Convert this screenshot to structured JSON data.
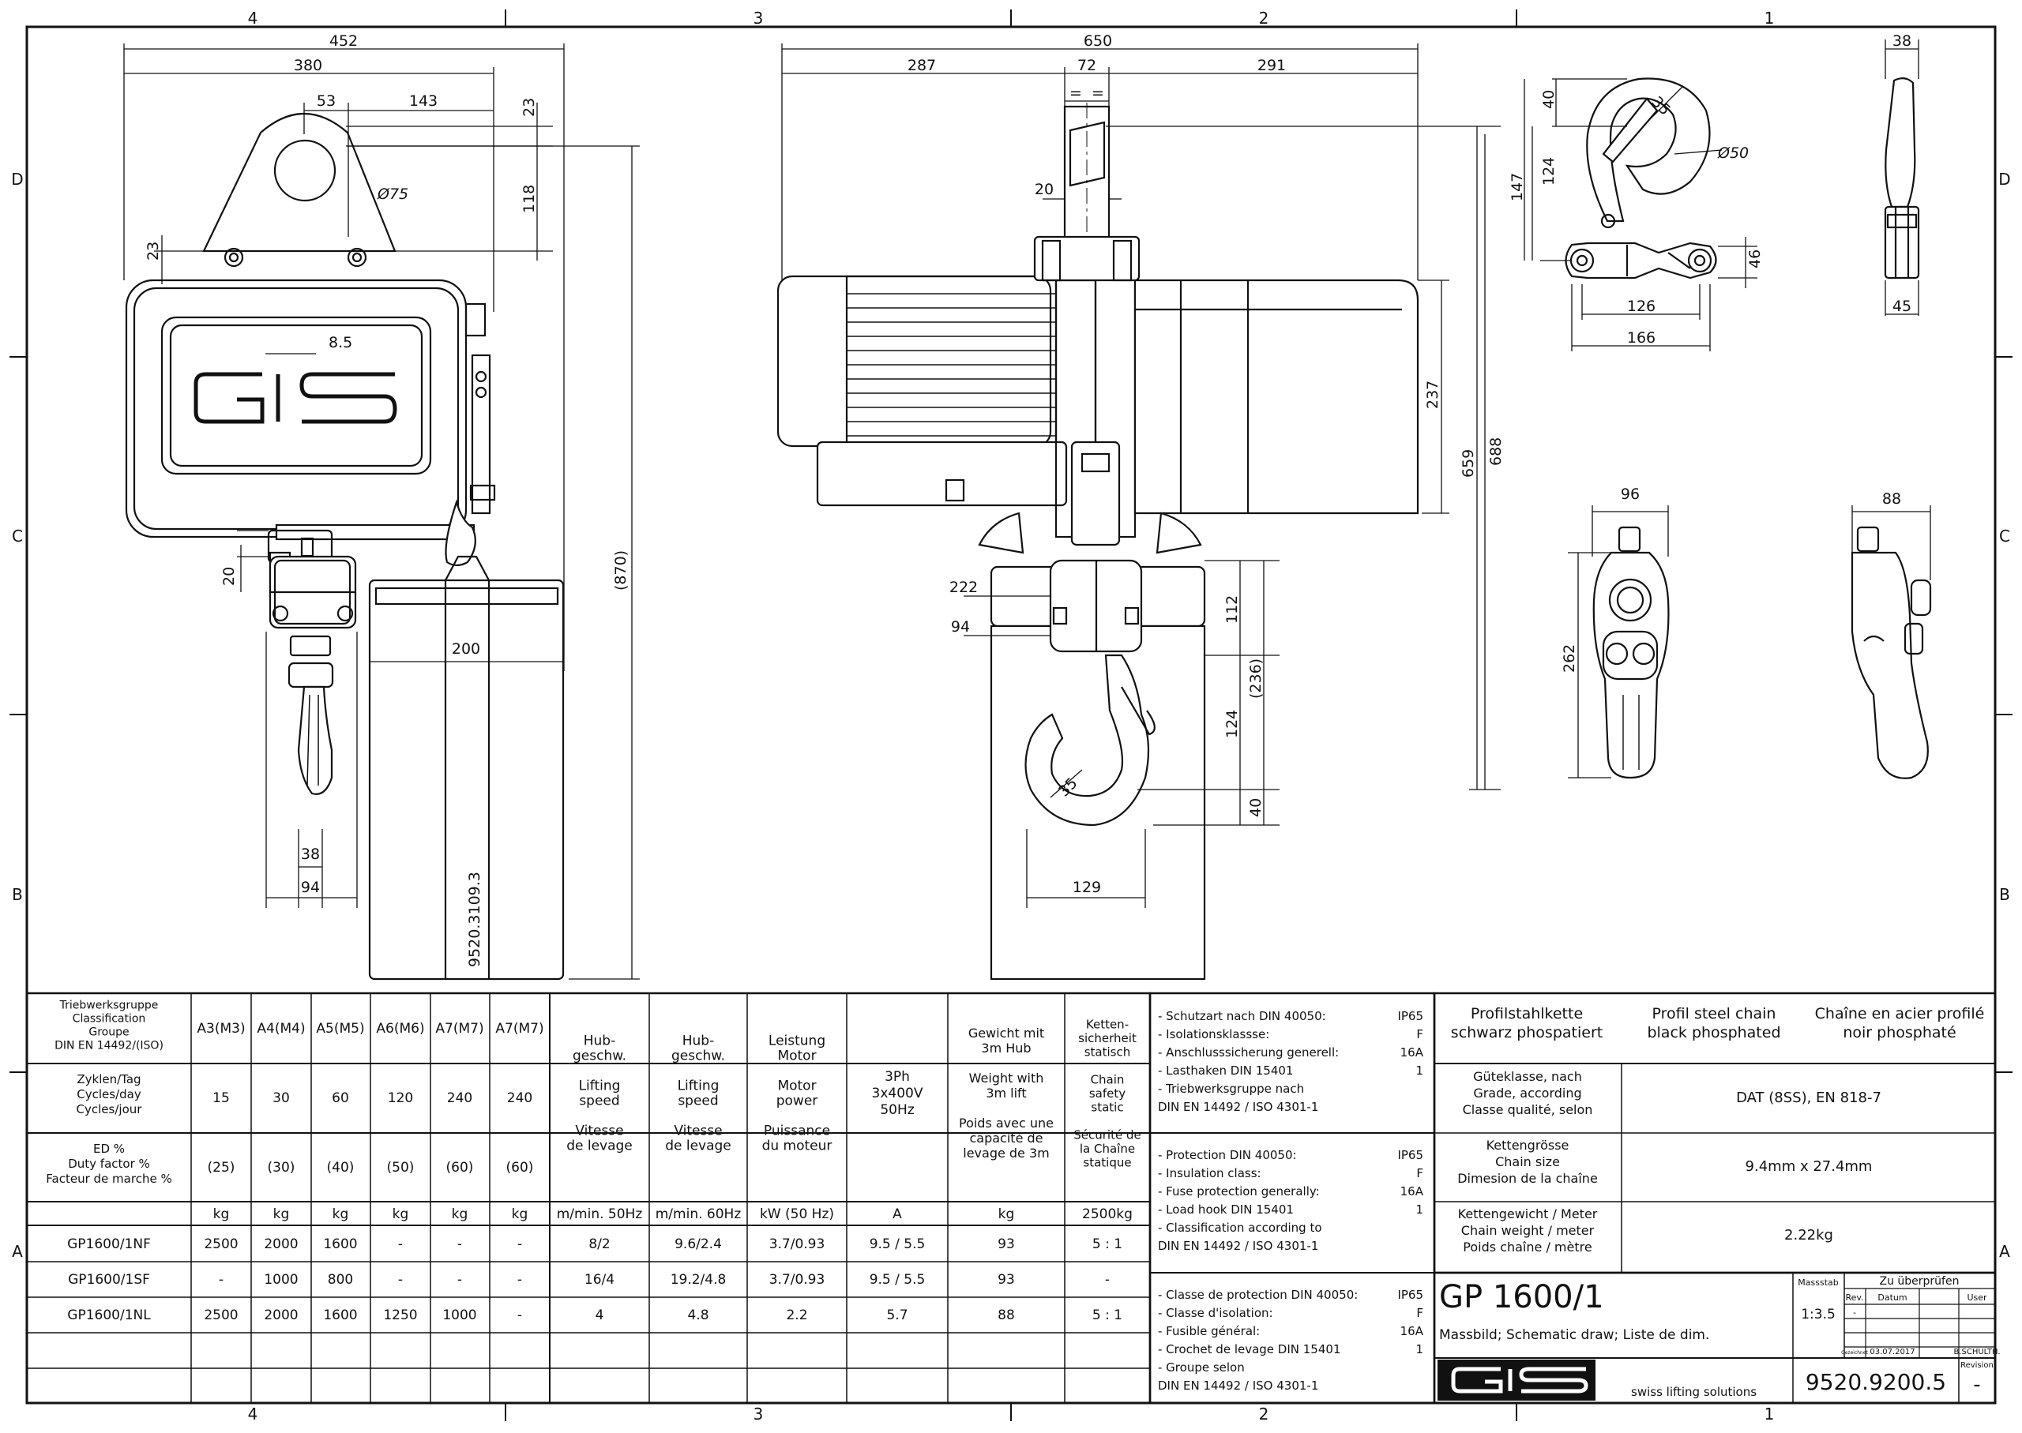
{
  "frame": {
    "zones_top": [
      "4",
      "3",
      "2",
      "1"
    ],
    "zones_side": [
      "D",
      "C",
      "B",
      "A"
    ]
  },
  "dims": {
    "w452": "452",
    "w380": "380",
    "w53": "53",
    "w143": "143",
    "h23a": "23",
    "h118": "118",
    "d75": "Ø75",
    "h23b": "23",
    "w8_5": "8.5",
    "h20a": "20",
    "w200": "200",
    "h870": "(870)",
    "w38a": "38",
    "w94a": "94",
    "code_bucket": "9520.3109.3",
    "w650": "650",
    "w287": "287",
    "w72": "72",
    "w291": "291",
    "eq1": "=",
    "eq2": "=",
    "w20": "20",
    "h237": "237",
    "h659": "659",
    "h688": "688",
    "w222": "222",
    "w94b": "94",
    "h112": "112",
    "h236": "(236)",
    "h124a": "124",
    "h40a": "40",
    "w129": "129",
    "r35a": "35",
    "w38b": "38",
    "h40b": "40",
    "r35b": "35",
    "d50": "Ø50",
    "h147": "147",
    "h124b": "124",
    "h46": "46",
    "w126": "126",
    "w166": "166",
    "w45": "45",
    "w96": "96",
    "h262": "262",
    "w88": "88"
  },
  "spec_table": {
    "rowhead_class": "Triebwerksgruppe\nClassification\nGroupe\nDIN EN 14492/(ISO)",
    "classes": [
      "A3(M3)",
      "A4(M4)",
      "A5(M5)",
      "A6(M6)",
      "A7(M7)",
      "A7(M7)"
    ],
    "rowhead_cycles": "Zyklen/Tag\nCycles/day\nCycles/jour",
    "cycles": [
      "15",
      "30",
      "60",
      "120",
      "240",
      "240"
    ],
    "rowhead_ed": "ED %\nDuty factor %\nFacteur de marche %",
    "ed": [
      "(25)",
      "(30)",
      "(40)",
      "(50)",
      "(60)",
      "(60)"
    ],
    "col_hub50": "Hub-\ngeschw.\n\nLifting\nspeed\n\nVitesse\nde levage",
    "col_hub60": "Hub-\ngeschw.\n\nLifting\nspeed\n\nVitesse\nde levage",
    "col_power": "Leistung\nMotor\n\nMotor\npower\n\nPuissance\ndu moteur",
    "col_supply": "3Ph\n3x400V\n50Hz",
    "col_weight": "Gewicht mit\n3m Hub\n\nWeight with\n3m lift\n\nPoids avec une\ncapacité de\nlevage de 3m",
    "col_chain": "Ketten-\nsicherheit\nstatisch\n\nChain\nsafety\nstatic\n\nSécurité de\nla Chaîne\nstatique",
    "units": [
      "kg",
      "kg",
      "kg",
      "kg",
      "kg",
      "kg",
      "m/min. 50Hz",
      "m/min. 60Hz",
      "kW (50 Hz)",
      "A",
      "kg",
      "2500kg"
    ],
    "rows": [
      [
        "GP1600/1NF",
        "2500",
        "2000",
        "1600",
        "-",
        "-",
        "-",
        "8/2",
        "9.6/2.4",
        "3.7/0.93",
        "9.5 / 5.5",
        "93",
        "5 : 1"
      ],
      [
        "GP1600/1SF",
        "-",
        "1000",
        "800",
        "-",
        "-",
        "-",
        "16/4",
        "19.2/4.8",
        "3.7/0.93",
        "9.5 / 5.5",
        "93",
        "-"
      ],
      [
        "GP1600/1NL",
        "2500",
        "2000",
        "1600",
        "1250",
        "1000",
        "-",
        "4",
        "4.8",
        "2.2",
        "5.7",
        "88",
        "5 : 1"
      ]
    ]
  },
  "notes": {
    "de": [
      [
        "- Schutzart nach DIN 40050:",
        "IP65"
      ],
      [
        "- Isolationsklassse:",
        "F"
      ],
      [
        "- Anschlusssicherung generell:",
        "16A"
      ],
      [
        "- Lasthaken DIN 15401",
        "1"
      ],
      [
        "  - Triebwerksgruppe nach",
        ""
      ],
      [
        "  DIN EN 14492 / ISO 4301-1",
        ""
      ]
    ],
    "en": [
      [
        "- Protection DIN 40050:",
        "IP65"
      ],
      [
        "- Insulation class:",
        "F"
      ],
      [
        "- Fuse protection generally:",
        "16A"
      ],
      [
        "- Load hook DIN 15401",
        "1"
      ],
      [
        "- Classification according to",
        ""
      ],
      [
        "  DIN EN 14492 / ISO 4301-1",
        ""
      ]
    ],
    "fr": [
      [
        "- Classe de protection DIN 40050:",
        "IP65"
      ],
      [
        "- Classe d'isolation:",
        "F"
      ],
      [
        "- Fusible général:",
        "16A"
      ],
      [
        "- Crochet de levage DIN 15401",
        "1"
      ],
      [
        "- Groupe selon",
        ""
      ],
      [
        "  DIN EN 14492 / ISO 4301-1",
        ""
      ]
    ]
  },
  "chain": {
    "de": "Profilstahlkette\nschwarz phospatiert",
    "en": "Profil steel chain\nblack phosphated",
    "fr": "Chaîne en acier profilé\nnoir phosphaté",
    "grade_label": "Güteklasse, nach\nGrade, according\nClasse qualité, selon",
    "grade_value": "DAT (8SS), EN 818-7",
    "size_label": "Kettengrösse\nChain size\nDimesion de la chaîne",
    "size_value": "9.4mm x 27.4mm",
    "weight_label": "Kettengewicht / Meter\nChain weight / meter\nPoids chaîne / mètre",
    "weight_value": "2.22kg"
  },
  "title_block": {
    "title": "GP  1600/1",
    "subtitle": "Massbild; Schematic draw; Liste de dim.",
    "scale_label": "Massstab",
    "scale": "1:3.5",
    "check_label": "Zu überprüfen",
    "rev_h": "Rev.",
    "date_h": "Datum",
    "user_h": "User",
    "rev_dash": "-",
    "drawn_label": "Gezeichnet",
    "drawn_date": "03.07.2017",
    "drawn_user": "B.SCHULTH.",
    "revision_label": "Revision",
    "drawing_no": "9520.9200.5",
    "revision": "-",
    "logo": "GIS",
    "tagline": "swiss lifting solutions"
  }
}
